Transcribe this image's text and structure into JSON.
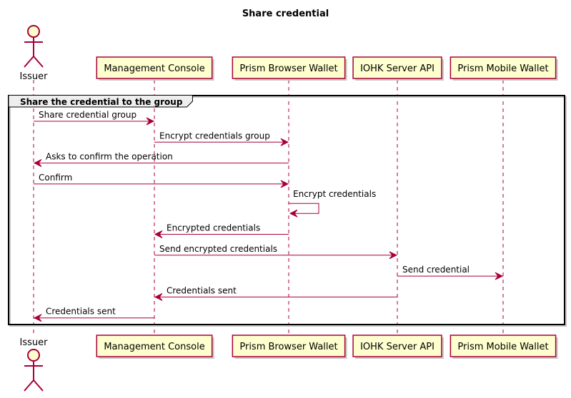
{
  "title": "Share credential",
  "colors": {
    "participant_fill": "#FEFECE",
    "border": "#A80036",
    "lifeline": "#A80036",
    "shadow": "#C9C9C9"
  },
  "participants": [
    {
      "id": "issuer",
      "label": "Issuer",
      "kind": "actor"
    },
    {
      "id": "console",
      "label": "Management Console",
      "kind": "box"
    },
    {
      "id": "browser",
      "label": "Prism Browser Wallet",
      "kind": "box"
    },
    {
      "id": "server",
      "label": "IOHK Server API",
      "kind": "box"
    },
    {
      "id": "mobile",
      "label": "Prism Mobile Wallet",
      "kind": "box"
    }
  ],
  "fragment": {
    "label": "Share the credential to the group"
  },
  "messages": [
    {
      "from": "issuer",
      "to": "console",
      "label": "Share credential group"
    },
    {
      "from": "console",
      "to": "browser",
      "label": "Encrypt credentials group"
    },
    {
      "from": "browser",
      "to": "issuer",
      "label": "Asks to confirm the operation"
    },
    {
      "from": "issuer",
      "to": "browser",
      "label": "Confirm"
    },
    {
      "from": "browser",
      "to": "browser",
      "label": "Encrypt credentials"
    },
    {
      "from": "browser",
      "to": "console",
      "label": "Encrypted credentials"
    },
    {
      "from": "console",
      "to": "server",
      "label": "Send encrypted credentials"
    },
    {
      "from": "server",
      "to": "mobile",
      "label": "Send credential"
    },
    {
      "from": "server",
      "to": "console",
      "label": "Credentials sent"
    },
    {
      "from": "console",
      "to": "issuer",
      "label": "Credentials sent"
    }
  ]
}
